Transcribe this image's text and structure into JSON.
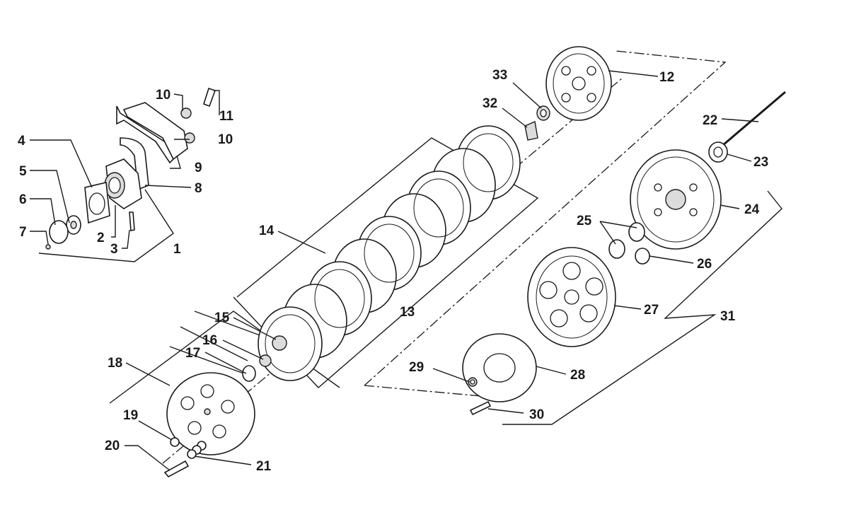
{
  "labels": {
    "p1": "1",
    "p2": "2",
    "p3": "3",
    "p4": "4",
    "p5": "5",
    "p6": "6",
    "p7": "7",
    "p8": "8",
    "p9": "9",
    "p10a": "10",
    "p10b": "10",
    "p11": "11",
    "p12": "12",
    "p13": "13",
    "p14": "14",
    "p15": "15",
    "p16": "16",
    "p17": "17",
    "p18": "18",
    "p19": "19",
    "p20": "20",
    "p21": "21",
    "p22": "22",
    "p23": "23",
    "p24": "24",
    "p25": "25",
    "p26": "26",
    "p27": "27",
    "p28": "28",
    "p29": "29",
    "p30": "30",
    "p31": "31",
    "p32": "32",
    "p33": "33"
  },
  "colors": {
    "ink": "#1a1a1a",
    "paper": "#ffffff",
    "shade": "#dcdcdc"
  }
}
